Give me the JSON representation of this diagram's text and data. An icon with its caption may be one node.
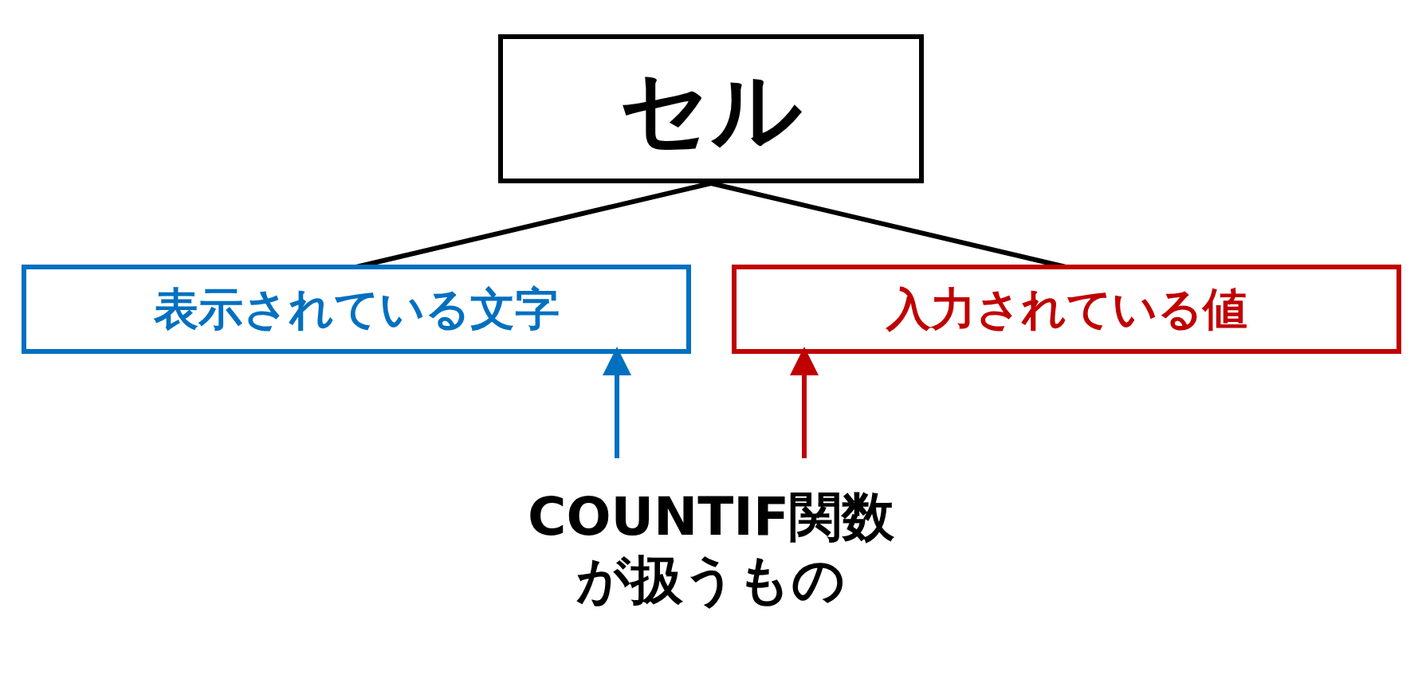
{
  "diagram": {
    "nodes": [
      {
        "text": [
          "セル"
        ]
      },
      {
        "text": [
          "表示されている文字"
        ]
      },
      {
        "text": [
          "入力されている値"
        ]
      },
      {
        "text": [
          "COUNTIF関数が扱うもの"
        ]
      }
    ],
    "edges": [
      {
        "from": 0,
        "to": 1,
        "arrow": "none"
      },
      {
        "from": 0,
        "to": 2,
        "arrow": "none"
      },
      {
        "from": 3,
        "to": 1,
        "arrow": "to",
        "color": "#0070c0"
      },
      {
        "from": 3,
        "to": 2,
        "arrow": "to",
        "color": "#c00000"
      }
    ]
  }
}
